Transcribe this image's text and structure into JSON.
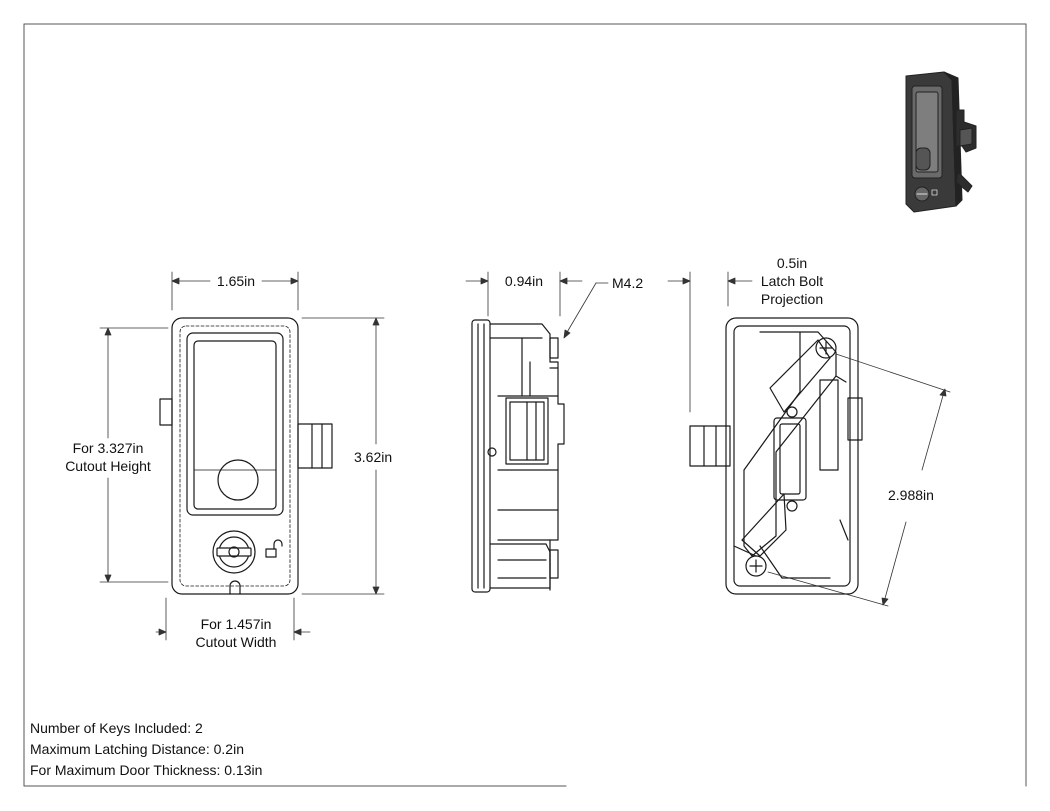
{
  "dimensions": {
    "front_width": "1.65in",
    "cutout_height_line1": "For 3.327in",
    "cutout_height_line2": "Cutout Height",
    "overall_height": "3.62in",
    "cutout_width_line1": "For 1.457in",
    "cutout_width_line2": "Cutout Width",
    "side_depth": "0.94in",
    "screw_size": "M4.2",
    "bolt_projection_line1": "0.5in",
    "bolt_projection_line2": "Latch Bolt",
    "bolt_projection_line3": "Projection",
    "screw_spacing": "2.988in"
  },
  "specs": {
    "keys": "Number of Keys Included: 2",
    "latching_distance": "Maximum Latching Distance: 0.2in",
    "door_thickness": "For Maximum Door Thickness: 0.13in"
  },
  "icons": {
    "lock": "unlock-icon",
    "key": "key-slot-icon",
    "screw": "phillips-screw-icon"
  },
  "colors": {
    "line": "#1a1a1a",
    "thumb_body": "#3a3a3a"
  }
}
